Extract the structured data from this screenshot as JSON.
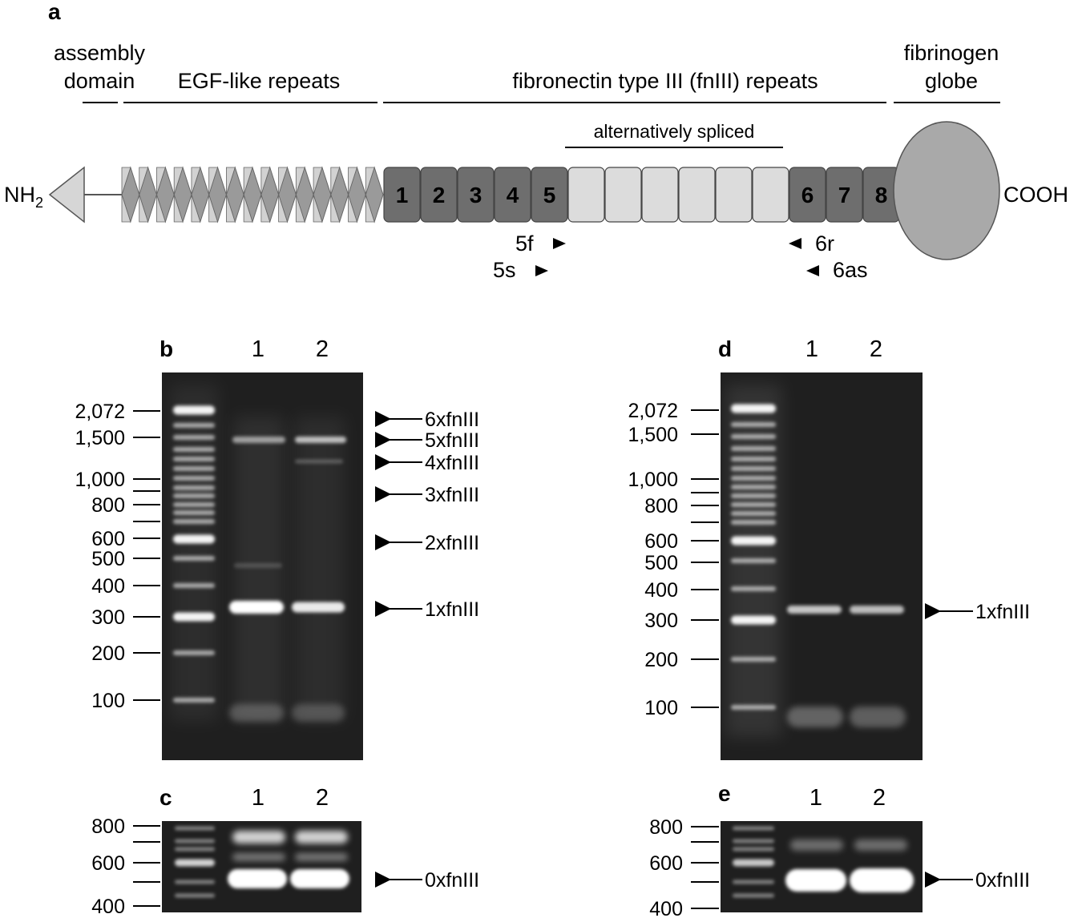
{
  "figure": {
    "panel_a": {
      "letter": "a",
      "domains": {
        "assembly_line1": "assembly",
        "assembly_line2": "domain",
        "egf": "EGF-like repeats",
        "fn3": "fibronectin type III (fnIII) repeats",
        "fib_line1": "fibrinogen",
        "fib_line2": "globe",
        "alt": "alternatively spliced"
      },
      "nterm": "NH",
      "nterm_sub": "2",
      "cterm": "COOH",
      "boxes": [
        "1",
        "2",
        "3",
        "4",
        "5",
        "6",
        "7",
        "8"
      ],
      "primers": {
        "f5": "5f",
        "s5": "5s",
        "r6": "6r",
        "as6": "6as"
      }
    },
    "panel_b": {
      "letter": "b",
      "lanes": [
        "1",
        "2"
      ],
      "markers": [
        "2,072",
        "1,500",
        "1,000",
        "800",
        "600",
        "500",
        "400",
        "300",
        "200",
        "100"
      ],
      "bands": [
        "6xfnIII",
        "5xfnIII",
        "4xfnIII",
        "3xfnIII",
        "2xfnIII",
        "1xfnIII"
      ]
    },
    "panel_c": {
      "letter": "c",
      "lanes": [
        "1",
        "2"
      ],
      "markers": [
        "800",
        "600",
        "400"
      ],
      "bands": [
        "0xfnIII"
      ]
    },
    "panel_d": {
      "letter": "d",
      "lanes": [
        "1",
        "2"
      ],
      "markers": [
        "2,072",
        "1,500",
        "1,000",
        "800",
        "600",
        "500",
        "400",
        "300",
        "200",
        "100"
      ],
      "bands": [
        "1xfnIII"
      ]
    },
    "panel_e": {
      "letter": "e",
      "lanes": [
        "1",
        "2"
      ],
      "markers": [
        "800",
        "600",
        "400"
      ],
      "bands": [
        "0xfnIII"
      ]
    },
    "colors": {
      "dark_box": "#6e6e6e",
      "light_box": "#dcdcdc",
      "egf": "#9a9a9a",
      "globe": "#a8a8a8",
      "gel": "#1f1f1f"
    }
  }
}
